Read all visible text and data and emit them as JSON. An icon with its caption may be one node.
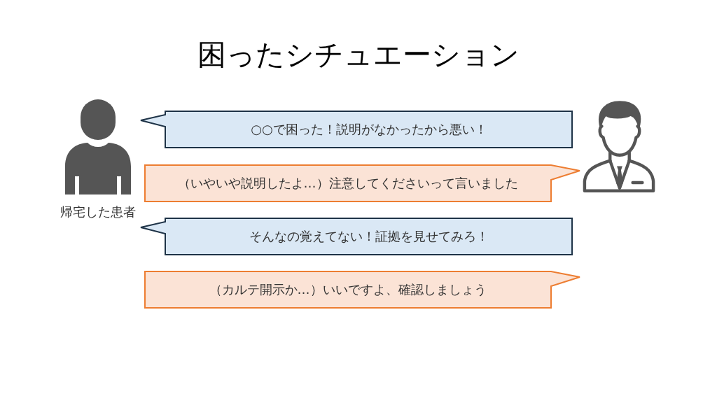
{
  "diagram": {
    "title": "困ったシチュエーション",
    "nodes": [
      {
        "text": [],
        "shape": "person",
        "beside": [
          "帰宅した患者"
        ]
      },
      {
        "text": [
          "○○で困った！説明がなかったから悪い！"
        ]
      },
      {
        "text": [],
        "shape": "person"
      },
      {
        "text": [
          "（いやいや説明したよ…）注意してくださいって言いました"
        ]
      },
      {
        "text": [
          "そんなの覚えてない！証拠を見せてみろ！"
        ]
      },
      {
        "text": [
          "（カルテ開示か…）いいですよ、確認しましょう"
        ]
      }
    ]
  }
}
